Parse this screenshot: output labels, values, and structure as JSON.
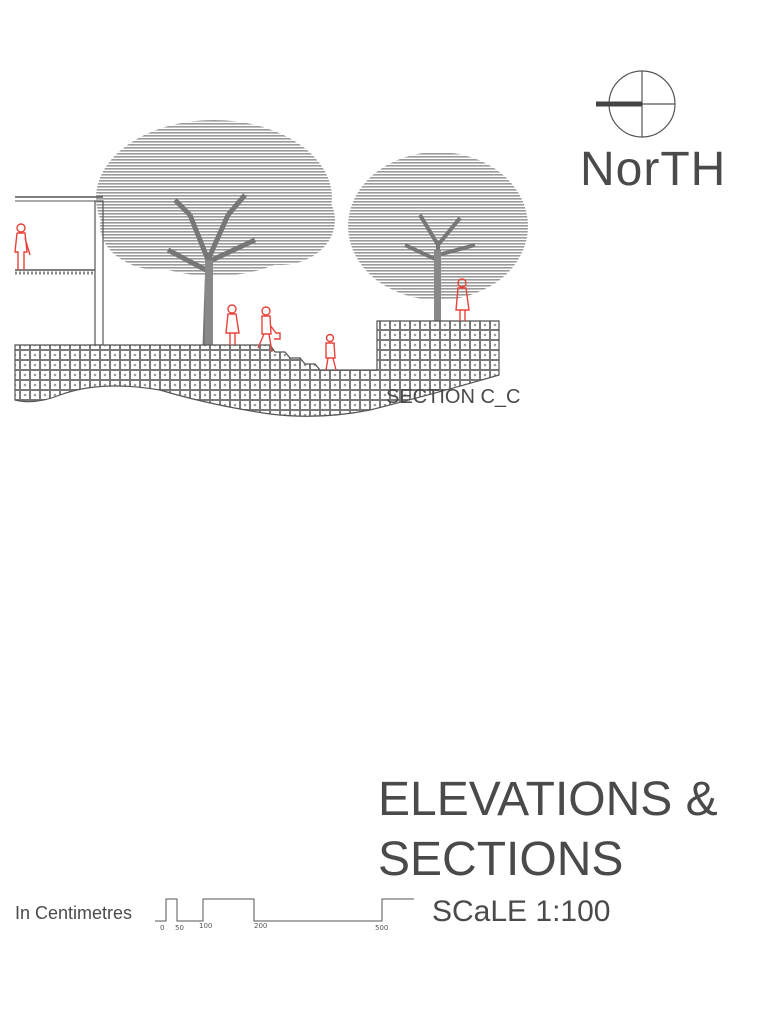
{
  "compass": {
    "label": "NorTH"
  },
  "drawing": {
    "section_label": "SECTION C_C"
  },
  "title": {
    "line1": "ELEVATIONS &",
    "line2": "SECTIONS"
  },
  "scale_bar": {
    "units_label": "In Centimetres",
    "ticks": [
      "0",
      "50",
      "100",
      "200",
      "500"
    ],
    "scale_text": "SCaLE  1:100"
  },
  "colors": {
    "figures": "#e8433a",
    "linework": "#555555",
    "foliage": "#8a8a8a"
  }
}
